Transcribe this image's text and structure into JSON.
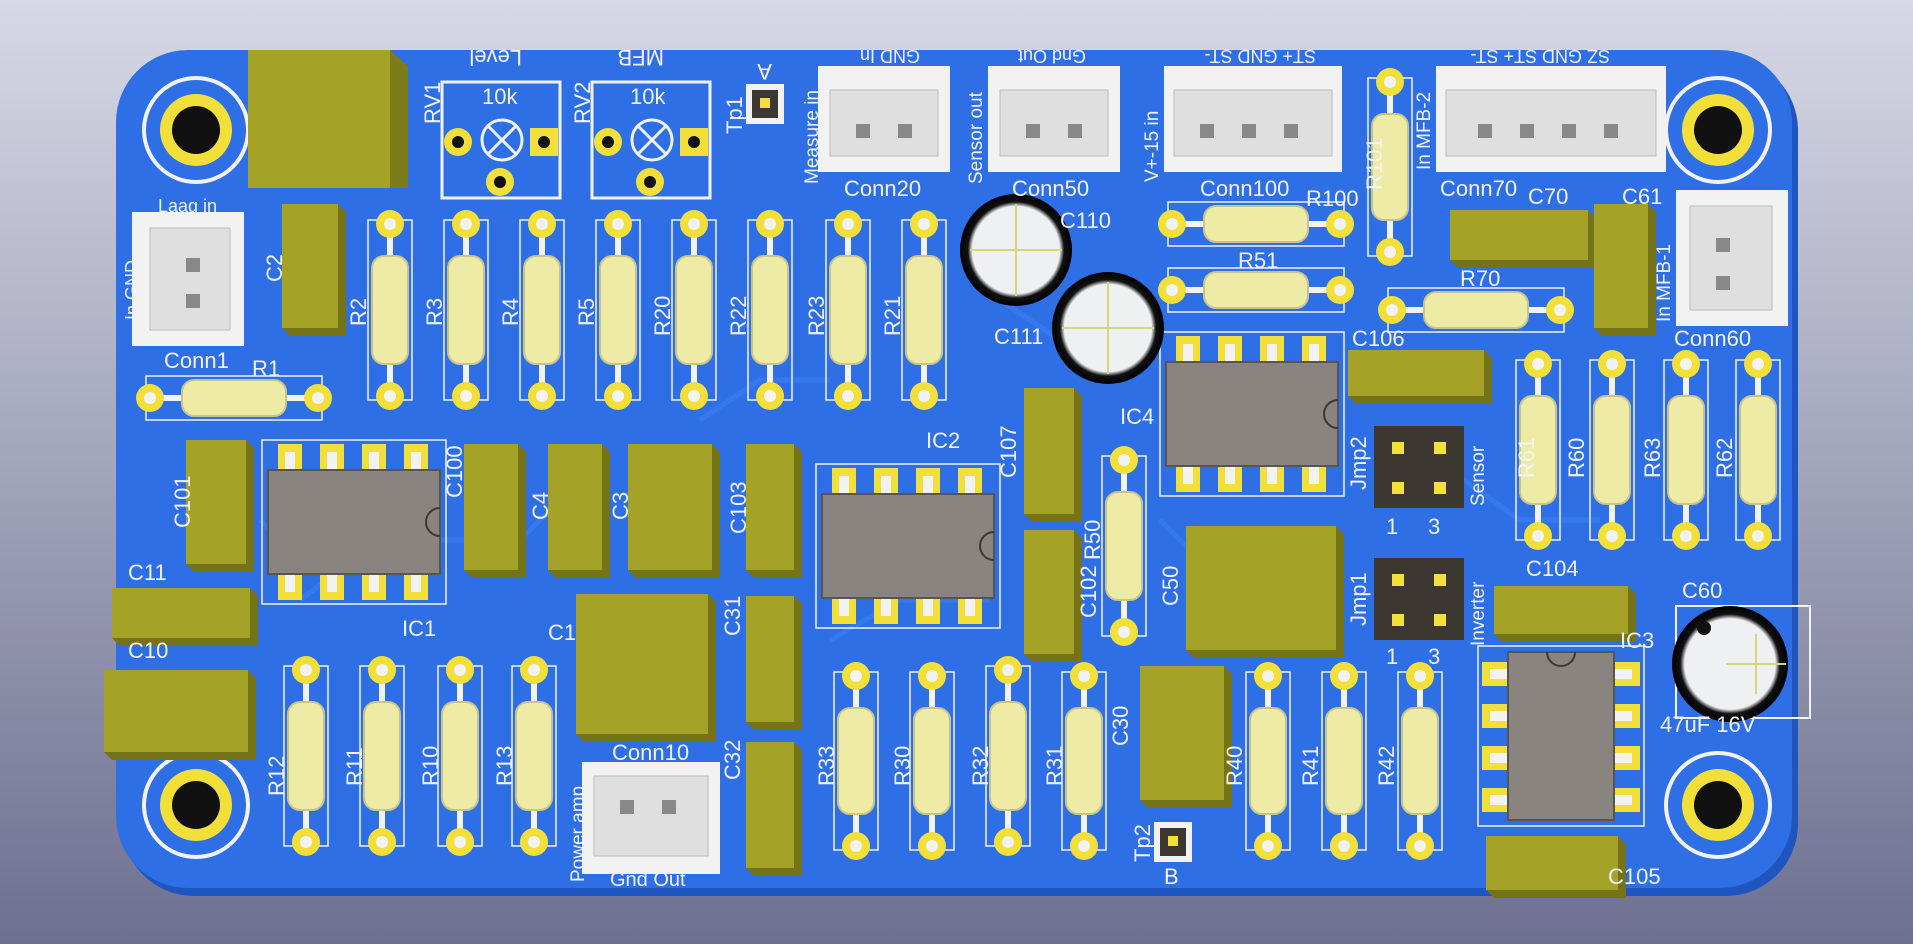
{
  "colors": {
    "background_top": "#d7d8e6",
    "background_bottom": "#6d7090",
    "board": "#2e6fe6",
    "board_edge": "#1f55c0",
    "silkscreen": "#f2f2f2",
    "pad": "#f2df3a",
    "capacitor_body": "#a4a328",
    "resistor_body": "#eeeba6",
    "ic_body": "#8a8480",
    "connector_body": "#f2f2f2",
    "header_body": "#3d3732",
    "electrolytic_body": "#e9ecef",
    "electrolytic_band": "#0d0d0d"
  },
  "silkscreen_labels": {
    "conn1": "Conn1",
    "conn1_top": "Laag in",
    "conn1_side": "In GND",
    "conn10": "Conn10",
    "conn10_side": "Power amp",
    "conn10_bottom": "Gnd Out",
    "conn20": "Conn20",
    "conn20_side": "Measure in",
    "conn20_top": "GND In",
    "conn50": "Conn50",
    "conn50_side": "Sensor out",
    "conn50_top": "Gnd Out",
    "conn100": "Conn100",
    "conn100_side": "V+-15 in",
    "conn100_top": "ST+ GND ST-",
    "conn70": "Conn70",
    "conn70_side": "In MFB-2",
    "conn70_top": "SZ GND ST+ ST-",
    "conn60": "Conn60",
    "conn60_side": "In MFB-1",
    "rv1": "RV1",
    "rv1_value": "10k",
    "rv1_title": "Level",
    "rv2": "RV2",
    "rv2_value": "10k",
    "rv2_title": "MFB",
    "tp1": "Tp1",
    "tp1_letter": "A",
    "tp2": "Tp2",
    "tp2_letter": "B",
    "ic1": "IC1",
    "ic2": "IC2",
    "ic3": "IC3",
    "ic4": "IC4",
    "jmp1": "Jmp1",
    "jmp1_side": "Inverter",
    "jmp2": "Jmp2",
    "jmp2_side": "Sensor",
    "jmp1_pin1": "1",
    "jmp1_pin3": "3",
    "jmp2_pin1": "1",
    "jmp2_pin3": "3",
    "c60_value": "47uF 16V",
    "c1": "C1",
    "c2": "C2",
    "c3": "C3",
    "c4": "C4",
    "c10": "C10",
    "c11": "C11",
    "c30": "C30",
    "c31": "C31",
    "c32": "C32",
    "c50": "C50",
    "c60": "C60",
    "c61": "C61",
    "c70": "C70",
    "c100": "C100",
    "c101": "C101",
    "c102": "C102",
    "c103": "C103",
    "c104": "C104",
    "c105": "C105",
    "c106": "C106",
    "c107": "C107",
    "c110": "C110",
    "c111": "C111",
    "r1": "R1",
    "r2": "R2",
    "r3": "R3",
    "r4": "R4",
    "r5": "R5",
    "r10": "R10",
    "r11": "R11",
    "r12": "R12",
    "r13": "R13",
    "r20": "R20",
    "r21": "R21",
    "r22": "R22",
    "r23": "R23",
    "r30": "R30",
    "r31": "R31",
    "r32": "R32",
    "r33": "R33",
    "r40": "R40",
    "r41": "R41",
    "r42": "R42",
    "r50": "R50",
    "r51": "R51",
    "r60": "R60",
    "r61": "R61",
    "r62": "R62",
    "r63": "R63",
    "r70": "R70",
    "r100": "R100",
    "r101": "R101"
  }
}
